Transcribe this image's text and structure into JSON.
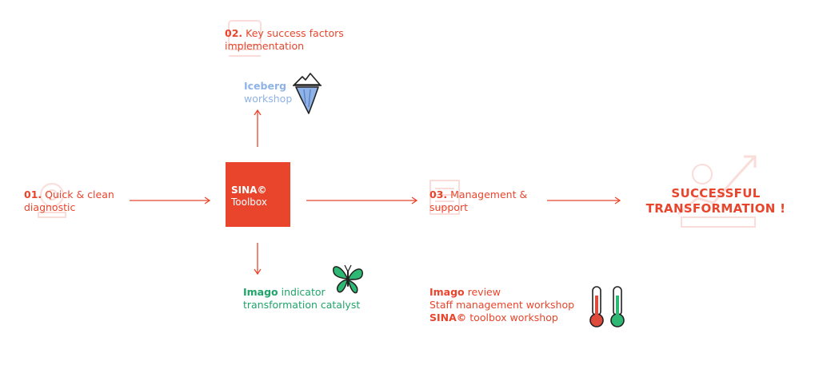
{
  "steps": {
    "s01": {
      "num": "01.",
      "line1": "Quick & clean",
      "line2": "diagnostic"
    },
    "s02": {
      "num": "02.",
      "line1": "Key success factors",
      "line2": "implementation"
    },
    "s03": {
      "num": "03.",
      "line1": "Management &",
      "line2": "support"
    }
  },
  "sina_box": {
    "line1": "SINA©",
    "line2": "Toolbox"
  },
  "iceberg": {
    "bold": "Iceberg",
    "rest": "workshop"
  },
  "imago": {
    "bold": "Imago",
    "rest1": " indicator",
    "line2": "transformation catalyst"
  },
  "review": {
    "bold1": "Imago",
    "rest1": " review",
    "line2": "Staff management workshop",
    "bold3": "SINA©",
    "rest3": " toolbox workshop"
  },
  "result": {
    "line1": "SUCCESSFUL",
    "line2": "TRANSFORMATION !"
  },
  "colors": {
    "accent": "#e8452c",
    "iceberg": "#8fb3e8",
    "imago": "#1fa46a"
  },
  "icons": [
    "iceberg-icon",
    "butterfly-icon",
    "thermometer-icon"
  ]
}
